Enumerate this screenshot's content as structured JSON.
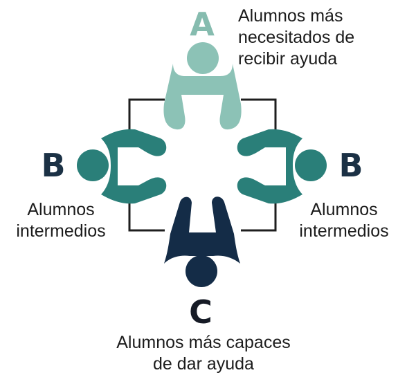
{
  "colors": {
    "group_a": "#8cc2b6",
    "group_b": "#2a7f79",
    "group_c": "#142c47",
    "letter_a": "#86bcaf",
    "letter_b": "#1b3145",
    "letter_c": "#161b26",
    "table_outline": "#1e1e1e"
  },
  "groups": {
    "a": {
      "letter": "A",
      "caption_lines": [
        "Alumnos más",
        "necesitados de",
        "recibir ayuda"
      ]
    },
    "b_left": {
      "letter": "B",
      "caption_lines": [
        "Alumnos",
        "intermedios"
      ]
    },
    "b_right": {
      "letter": "B",
      "caption_lines": [
        "Alumnos",
        "intermedios"
      ]
    },
    "c": {
      "letter": "C",
      "caption_lines": [
        "Alumnos más capaces",
        "de dar ayuda"
      ]
    }
  }
}
